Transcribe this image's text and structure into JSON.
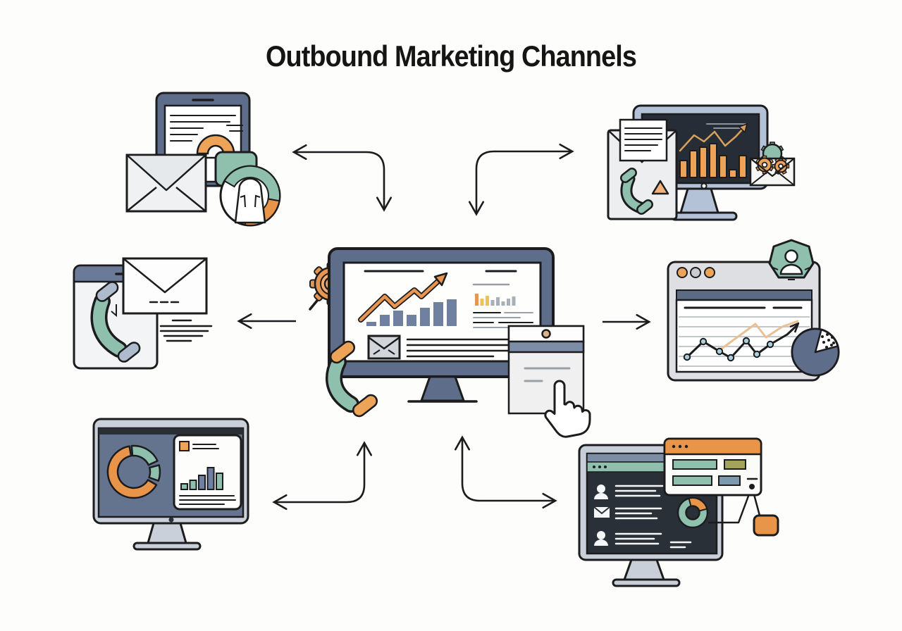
{
  "title": "Outbound Marketing Channels",
  "palette": {
    "ink": "#1C1C1E",
    "background": "#FDFDFB",
    "slate": "#5E6D8A",
    "slate_bar_fill": "#6F80A0",
    "slate_light": "#B3C2D6",
    "slate_header": "#7C8DA8",
    "teal": "#8FC0AD",
    "orange": "#E8954A",
    "orange_light": "#EDA458",
    "tan_line": "#E9C093",
    "yellow": "#EFC153",
    "dark_screen": "#272D36",
    "dark_screen_alt": "#2A3038",
    "light_gray": "#ECEDEF",
    "frame_gray": "#C9D0D9",
    "olive": "#A3A35C",
    "steel_blue": "#7C99AE",
    "sky_marker": "#A9CFDC",
    "dot_tan": "#D9B38C"
  },
  "diagram": {
    "center": {
      "id": "central-marketing-dashboard",
      "position": "center",
      "icons": [
        "monitor-icon",
        "bar-chart-icon",
        "growth-arrow-icon",
        "envelope-icon",
        "gear-search-icon",
        "phone-handset-icon",
        "form-panel-icon",
        "hand-cursor-icon"
      ]
    },
    "channels": [
      {
        "id": "email-campaign-device",
        "position": "top-left",
        "icons": [
          "tablet-icon",
          "envelope-icon",
          "gauge-arch-icon",
          "headset-ring-icon"
        ]
      },
      {
        "id": "performance-monitor",
        "position": "top-right",
        "icons": [
          "monitor-icon",
          "bar-chart-icon",
          "document-envelope-icon",
          "phone-handset-icon",
          "gears-envelope-icon"
        ]
      },
      {
        "id": "cold-calling-page",
        "position": "middle-left",
        "icons": [
          "browser-card-icon",
          "phone-handset-icon",
          "envelope-icon",
          "text-lines-icon"
        ]
      },
      {
        "id": "web-analytics-window",
        "position": "middle-right",
        "icons": [
          "browser-window-icon",
          "line-chart-icon",
          "pie-chart-icon",
          "user-badge-icon"
        ]
      },
      {
        "id": "reporting-monitor",
        "position": "bottom-left",
        "icons": [
          "monitor-icon",
          "donut-chart-icon",
          "report-card-icon",
          "bar-chart-icon"
        ]
      },
      {
        "id": "crm-dashboard",
        "position": "bottom-right",
        "icons": [
          "monitor-icon",
          "contact-list-icon",
          "donut-chart-icon",
          "form-card-icon",
          "flow-node-icon"
        ]
      }
    ],
    "arrows": [
      {
        "id": "arrow-top-left",
        "type": "elbow",
        "heads": [
          "down",
          "left"
        ]
      },
      {
        "id": "arrow-top-right",
        "type": "elbow",
        "heads": [
          "down",
          "right"
        ]
      },
      {
        "id": "arrow-middle-left",
        "type": "straight",
        "heads": [
          "left"
        ]
      },
      {
        "id": "arrow-middle-right",
        "type": "straight",
        "heads": [
          "right"
        ]
      },
      {
        "id": "arrow-bottom-left",
        "type": "elbow",
        "heads": [
          "up",
          "left"
        ]
      },
      {
        "id": "arrow-bottom-right",
        "type": "elbow",
        "heads": [
          "up",
          "right"
        ]
      }
    ]
  }
}
